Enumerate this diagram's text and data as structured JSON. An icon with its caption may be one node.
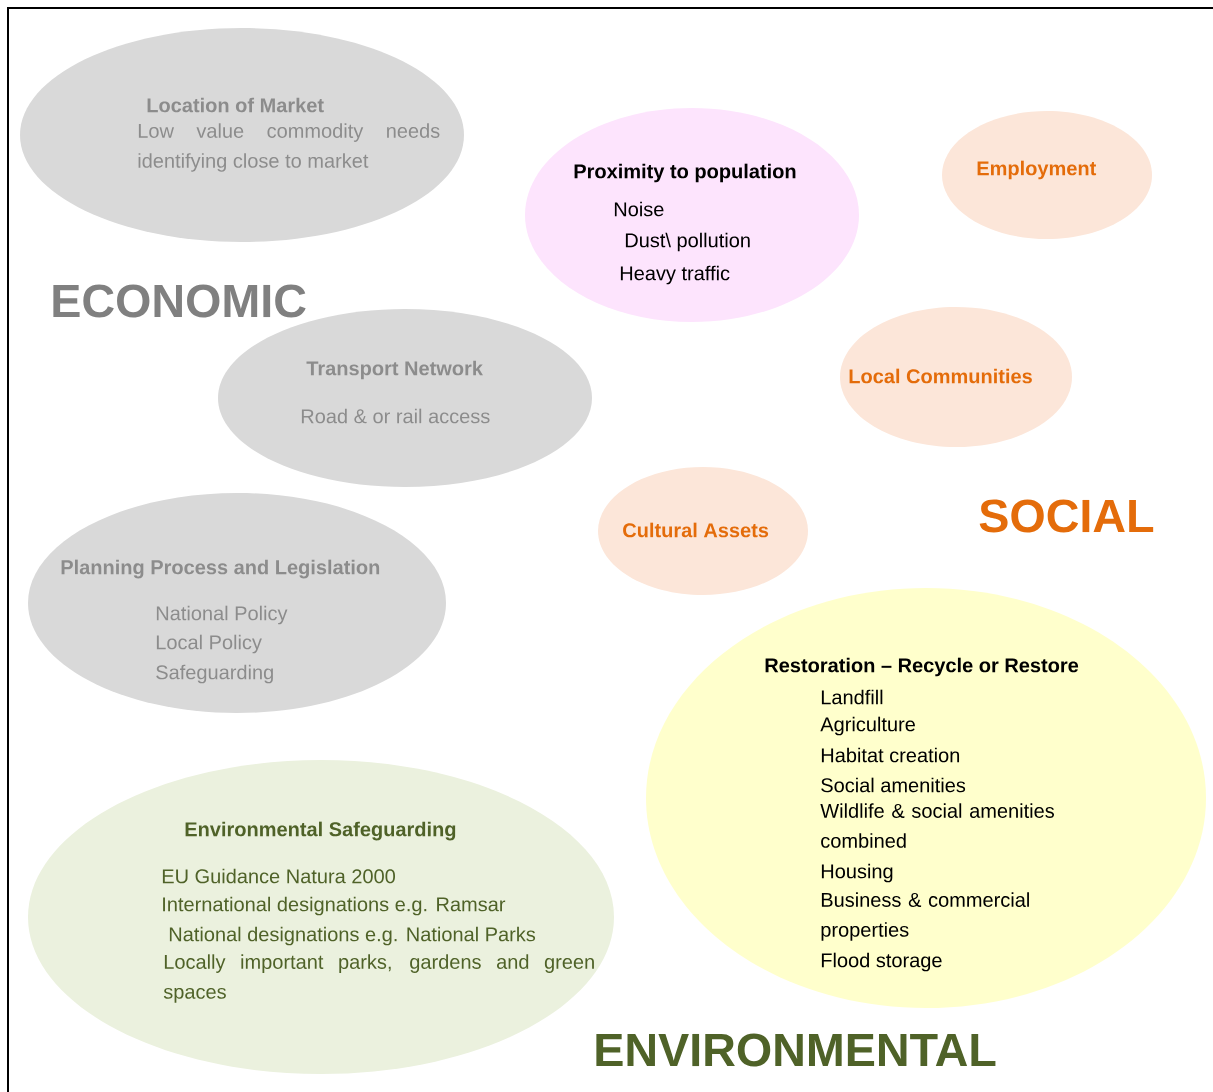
{
  "diagram": {
    "nodes": [
      {
        "text": [
          "Location of Market",
          "Low value commodity needs identifying close to market"
        ]
      },
      {
        "text": [
          "Proximity to population",
          "Noise",
          "Dust\\ pollution",
          "Heavy traffic"
        ]
      },
      {
        "text": [
          "Employment"
        ]
      },
      {
        "text": [
          "Transport Network",
          "Road & or rail access"
        ]
      },
      {
        "text": [
          "Local Communities"
        ]
      },
      {
        "text": [
          "Cultural Assets"
        ]
      },
      {
        "text": [
          "Planning Process and Legislation",
          "National Policy",
          "Local Policy",
          "Safeguarding"
        ]
      },
      {
        "text": [
          "Restoration – Recycle or Restore",
          "Landfill",
          "Agriculture",
          "Habitat creation",
          "Social amenities",
          "Wildlife & social amenities combined",
          "Housing",
          "Business & commercial properties",
          "Flood storage"
        ]
      },
      {
        "text": [
          "Environmental Safeguarding",
          "EU Guidance Natura 2000",
          "International designations e.g. Ramsar",
          "National designations e.g. National Parks",
          "Locally important parks, gardens and green spaces"
        ]
      }
    ],
    "labels": [
      "ECONOMIC",
      "SOCIAL",
      "ENVIRONMENTAL"
    ]
  }
}
